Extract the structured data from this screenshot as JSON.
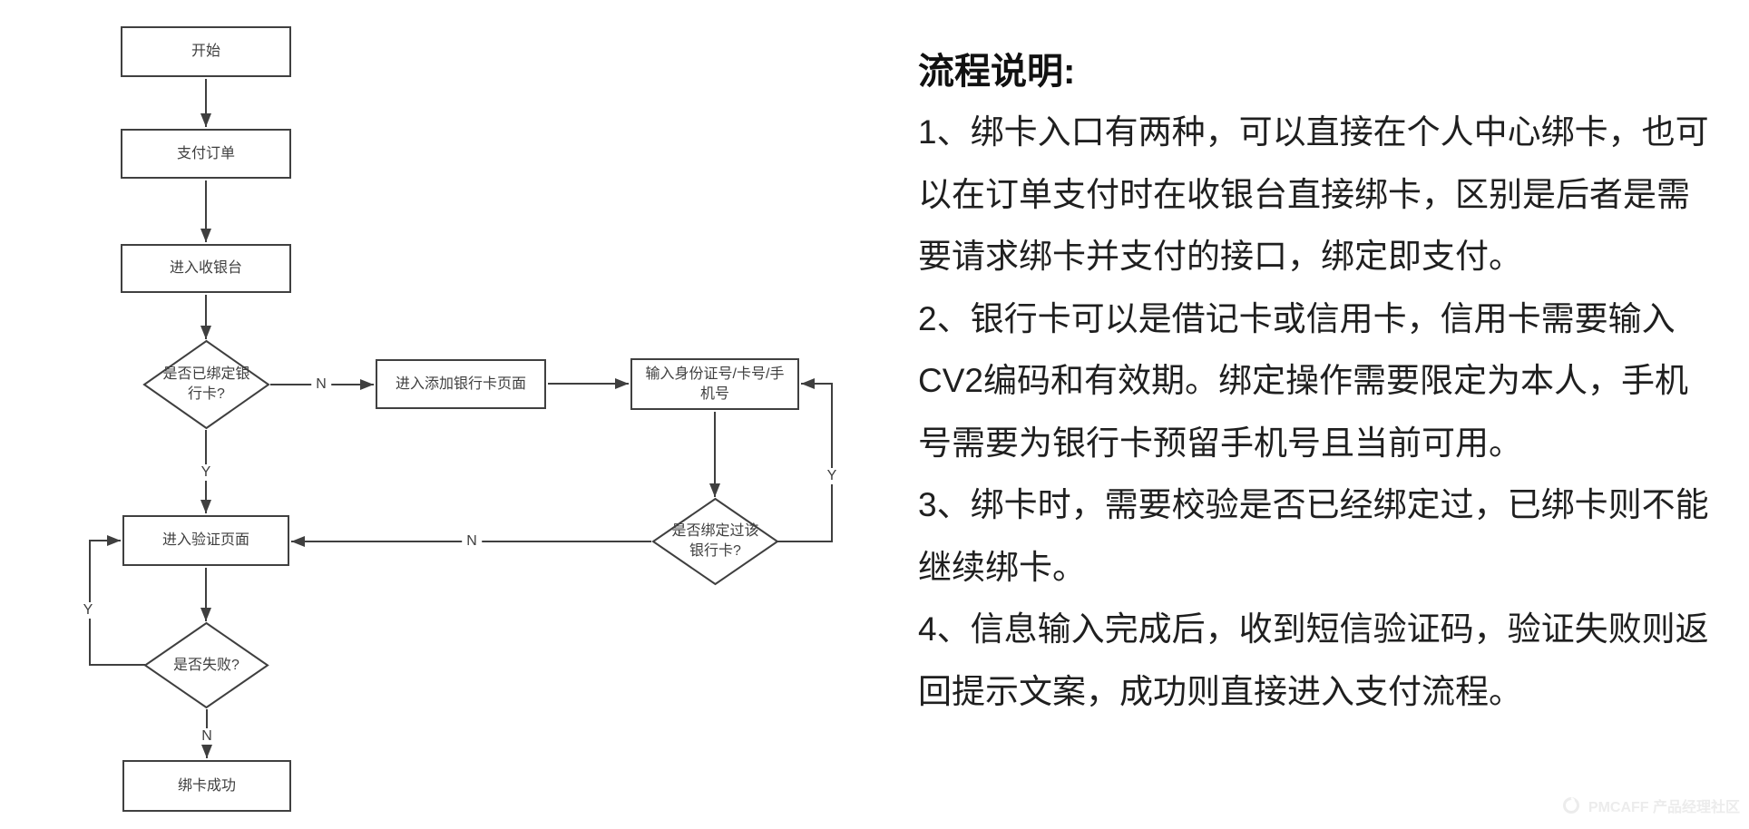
{
  "flowchart": {
    "nodes": {
      "start": "开始",
      "pay_order": "支付订单",
      "enter_cashier": "进入收银台",
      "check_bound": "是否已绑定银\n行卡?",
      "add_card_page": "进入添加银行卡页面",
      "input_info": "输入身份证号/卡号/手\n机号",
      "check_dup": "是否绑定过该\n银行卡?",
      "verify_page": "进入验证页面",
      "check_fail": "是否失败?",
      "bind_success": "绑卡成功"
    },
    "edge_labels": {
      "n_not_bound": "N",
      "y_bound": "Y",
      "y_dup": "Y",
      "n_not_dup": "N",
      "y_fail": "Y",
      "n_not_fail": "N"
    }
  },
  "notes": {
    "title": "流程说明:",
    "lines": [
      "1、绑卡入口有两种，可以直接在个人中心绑卡，也可",
      "以在订单支付时在收银台直接绑卡，区别是后者是需",
      "要请求绑卡并支付的接口，绑定即支付。",
      "2、银行卡可以是借记卡或信用卡，信用卡需要输入",
      "CV2编码和有效期。绑定操作需要限定为本人，手机",
      "号需要为银行卡预留手机号且当前可用。",
      "3、绑卡时，需要校验是否已经绑定过，已绑卡则不能",
      "继续绑卡。",
      "4、信息输入完成后，收到短信验证码，验证失败则返",
      "回提示文案，成功则直接进入支付流程。"
    ]
  },
  "watermark": "PMCAFF 产品经理社区",
  "colors": {
    "stroke": "#3f3f3f",
    "node_text": "#3f3f3f",
    "body_text": "#1f1f1f",
    "watermark": "#ececec"
  }
}
